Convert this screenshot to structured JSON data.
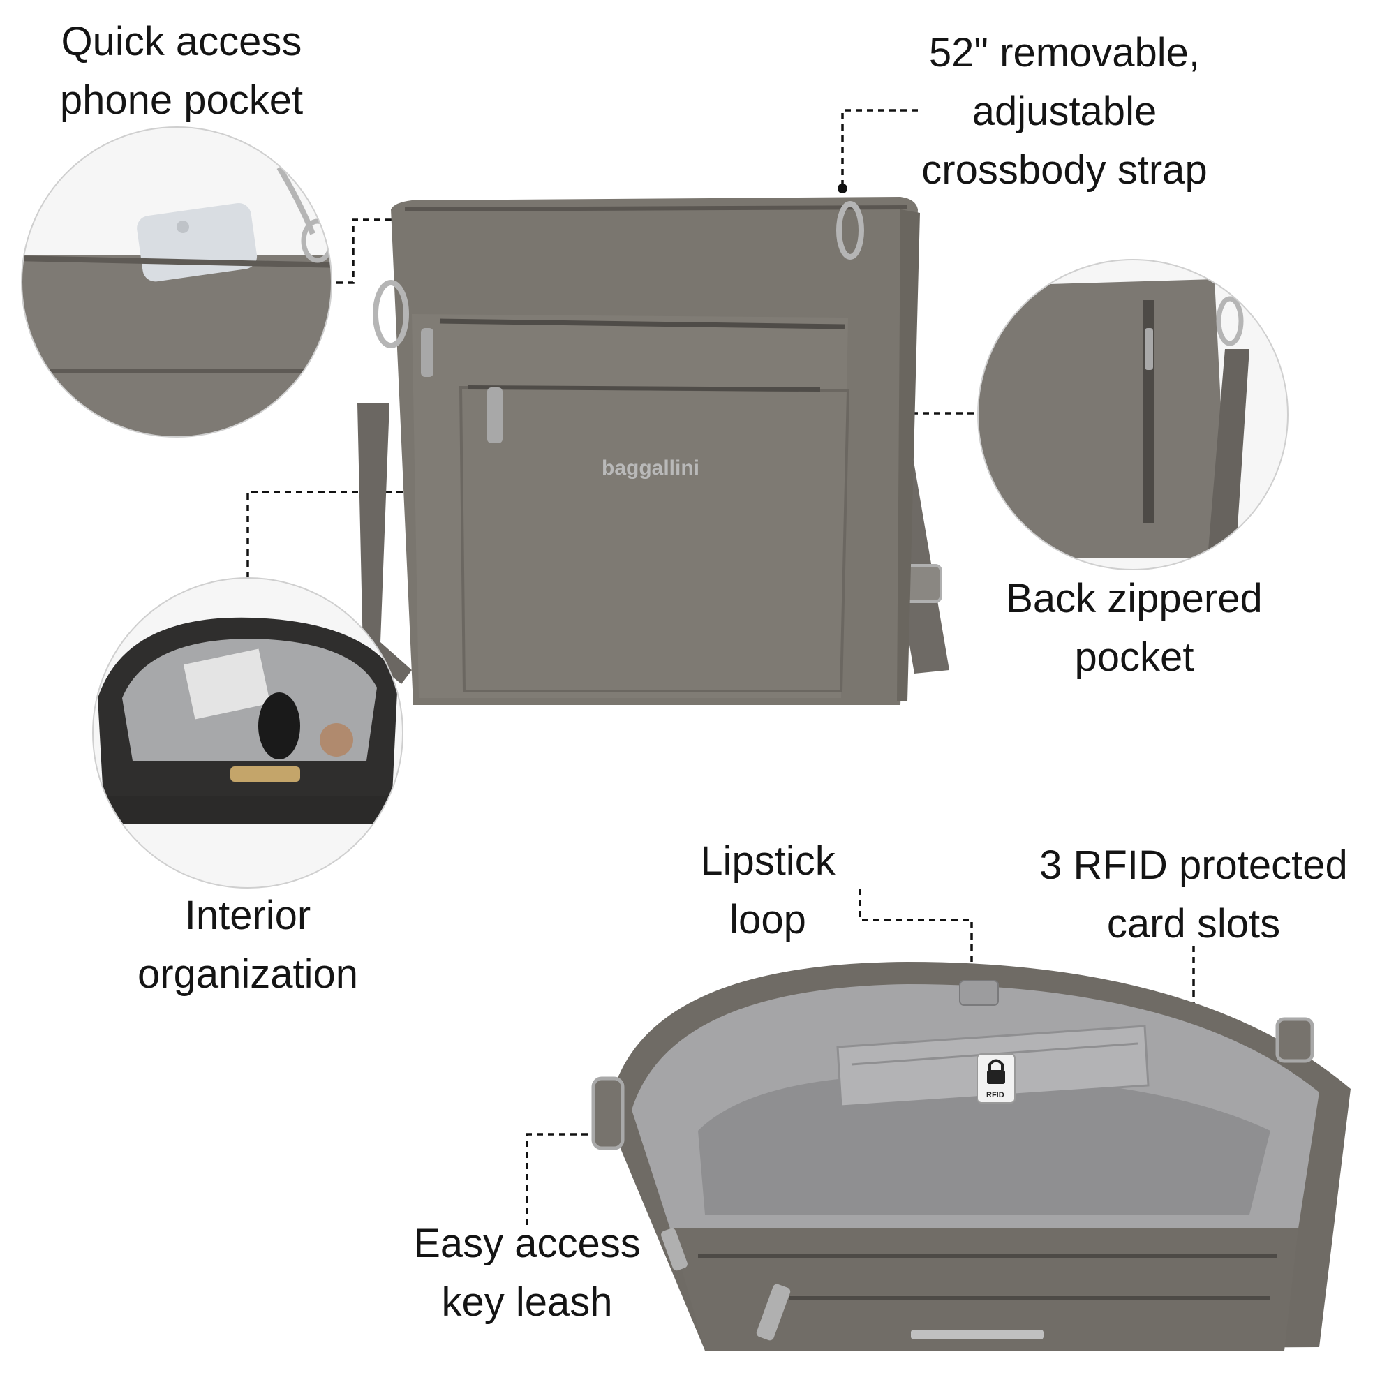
{
  "callouts": {
    "phone_pocket": [
      "Quick access",
      "phone pocket"
    ],
    "strap": [
      "52\" removable,",
      "adjustable",
      "crossbody strap"
    ],
    "back_pocket": [
      "Back zippered",
      "pocket"
    ],
    "interior": [
      "Interior",
      "organization"
    ],
    "lipstick": [
      "Lipstick",
      "loop"
    ],
    "rfid": [
      "3 RFID protected",
      "card slots"
    ],
    "key_leash": [
      "Easy access",
      "key leash"
    ]
  },
  "brand_logo": "baggallini",
  "rfid_tag": "RFID",
  "colors": {
    "bag": "#77736d",
    "bag_dark": "#5f5b56",
    "lining": "#a9a9ab",
    "metal": "#b9b9b9",
    "text": "#141414"
  },
  "icons": [
    "lock-icon"
  ]
}
